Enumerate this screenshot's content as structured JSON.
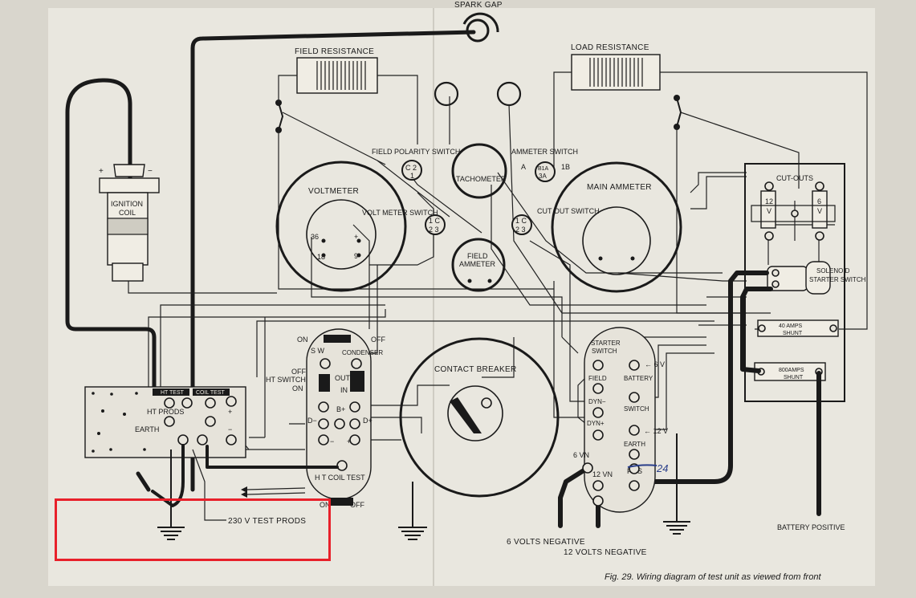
{
  "labels": {
    "spark_gap": "SPARK GAP",
    "field_resistance": "FIELD RESISTANCE",
    "load_resistance": "LOAD RESISTANCE",
    "field_polarity_switch": "FIELD POLARITY SWITCH",
    "ammeter_switch": "AMMETER SWITCH",
    "ammeter_switch_a": "A",
    "ammeter_switch_1b": "1B",
    "ammeter_switch_b1a": "B1A",
    "ammeter_switch_3a": "3A",
    "c2": "C 2",
    "c2_sub": "1",
    "tachometer": "TACHOMETER",
    "main_ammeter": "MAIN AMMETER",
    "cut_outs": "CUT-OUTS",
    "cut_out_12": "12",
    "cut_out_12v": "V",
    "cut_out_6": "6",
    "cut_out_6v": "V",
    "voltmeter": "VOLTMETER",
    "voltmeter_switch": "VOLT METER SWITCH",
    "cut_out_switch": "CUT OUT SWITCH",
    "switch_1c": "1 C",
    "switch_23": "2 3",
    "v36": "36",
    "v18": "18",
    "v9": "9",
    "vplus": "+",
    "field_ammeter_1": "FIELD",
    "field_ammeter_2": "AMMETER",
    "solenoid_1": "SOLENOID",
    "solenoid_2": "STARTER SWITCH",
    "shunt_40_1": "40 AMPS",
    "shunt_40_2": "SHUNT",
    "shunt_800_1": "800AMPS",
    "shunt_800_2": "SHUNT",
    "ignition_1": "IGNITION",
    "ignition_2": "COIL",
    "ign_plus": "+",
    "ign_minus": "−",
    "ht_test": "HT TEST",
    "coil_test": "COIL TEST",
    "ht_prods": "HT PRODS",
    "earth_left": "EARTH",
    "plus": "+",
    "minus": "−",
    "on_top": "ON",
    "off_top": "OFF",
    "sw": "S W",
    "condenser": "CONDENSER",
    "ht_switch": "HT SWITCH",
    "ht_off": "OFF",
    "ht_on": "ON",
    "out": "OUT",
    "in": "IN",
    "b_plus": "B+",
    "d_minus": "D−",
    "d_plus": "D+",
    "ht_coil_test": "H T COIL TEST",
    "on_bottom": "ON",
    "off_bottom": "OFF",
    "contact_breaker": "CONTACT BREAKER",
    "starter_switch_1": "STARTER",
    "starter_switch_2": "SWITCH",
    "field": "FIELD",
    "battery": "BATTERY",
    "six_v": "← 6 V",
    "dyn_minus": "DYN−",
    "switch": "SWITCH",
    "dyn_plus": "DYN+",
    "twelve_v": "← 12 V",
    "earth_right": "EARTH",
    "six_vn": "6 VN",
    "twelve_vn": "12 VN",
    "pos": "POS",
    "handwritten": "24",
    "test_prods": "230 V  TEST PRODS",
    "six_volts_negative": "6 VOLTS NEGATIVE",
    "twelve_volts_negative": "12 VOLTS NEGATIVE",
    "battery_positive": "BATTERY  POSITIVE",
    "caption": "Fig. 29.  Wiring diagram of test unit as viewed from front"
  },
  "colors": {
    "highlight": "#e8202a",
    "ink": "#1a1a1a",
    "paper": "#d9d6cd",
    "handwriting": "#2a3f8a"
  }
}
